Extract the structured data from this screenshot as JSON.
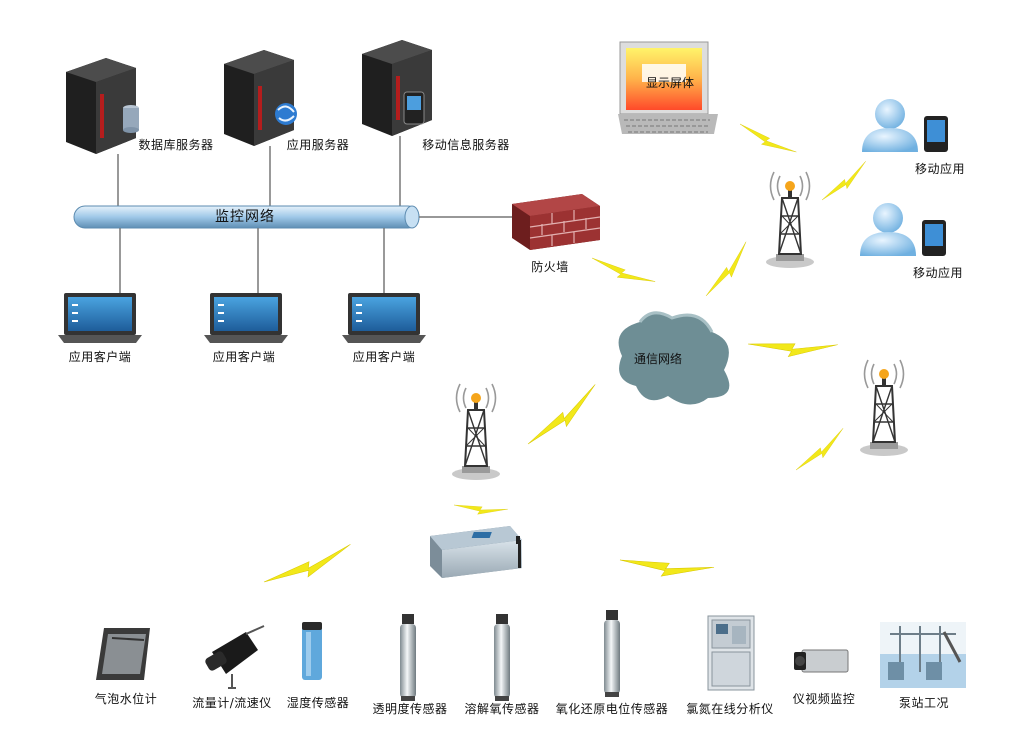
{
  "title": "",
  "network": {
    "bus_label": "监控网络",
    "cloud_label": "通信网络",
    "firewall_label": "防火墙"
  },
  "servers": [
    {
      "label": "数据库服务器"
    },
    {
      "label": "应用服务器"
    },
    {
      "label": "移动信息服务器"
    }
  ],
  "clients": [
    {
      "label": "应用客户端"
    },
    {
      "label": "应用客户端"
    },
    {
      "label": "应用客户端"
    }
  ],
  "display": {
    "label": "显示屏体"
  },
  "mobile_apps": [
    {
      "label": "移动应用"
    },
    {
      "label": "移动应用"
    }
  ],
  "sensors": [
    {
      "label": "气泡水位计"
    },
    {
      "label": "流量计/流速仪"
    },
    {
      "label": "湿度传感器"
    },
    {
      "label": "透明度传感器"
    },
    {
      "label": "溶解氧传感器"
    },
    {
      "label": "氧化还原电位传感器"
    },
    {
      "label": "氯氮在线分析仪"
    },
    {
      "label": "仪视频监控"
    },
    {
      "label": "泵站工况"
    }
  ],
  "colors": {
    "bus": "#9fc8e8",
    "tower": "#333333",
    "lightning": "#f2e81a",
    "cloud": "#6e8e95",
    "brick": "#8d2b2b",
    "laptop_screen": "#2f86c8",
    "user": "#8dc3ea"
  }
}
